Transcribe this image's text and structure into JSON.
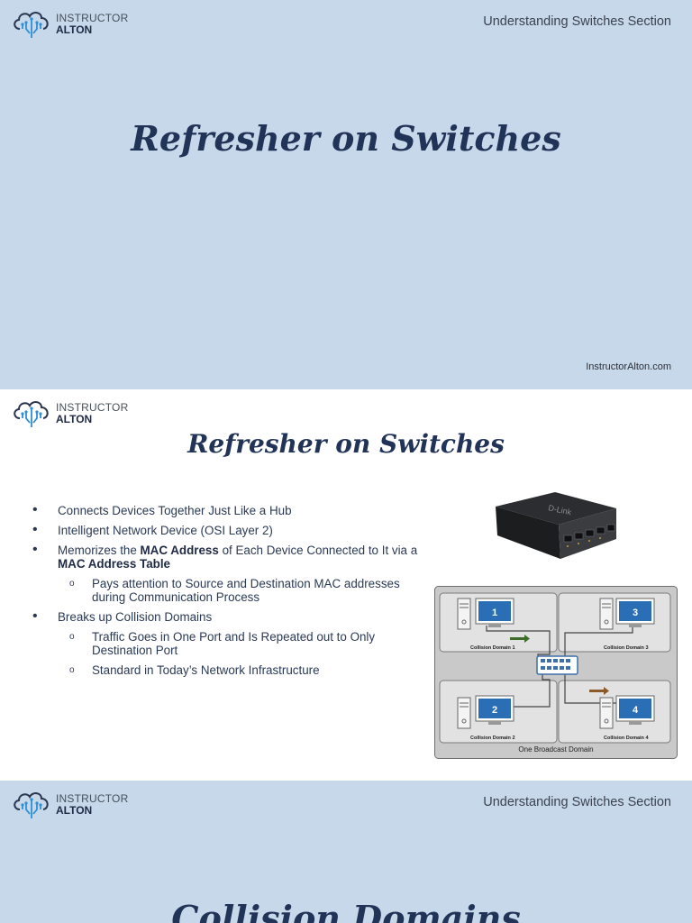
{
  "logo": {
    "line1": "INSTRUCTOR",
    "line2": "ALTON"
  },
  "slide1": {
    "section": "Understanding Switches Section",
    "title": "Refresher on Switches",
    "site": "InstructorAlton.com"
  },
  "slide2": {
    "title": "Refresher on Switches",
    "bullets": {
      "b1": "Connects Devices Together Just Like a Hub",
      "b2": "Intelligent Network Device (OSI Layer 2)",
      "b3_pre": "Memorizes the ",
      "b3_bold1": "MAC Address",
      "b3_mid": " of Each Device Connected to It via a ",
      "b3_bold2": "MAC Address Table",
      "b3_sub1": "Pays attention to Source and Destination MAC addresses during Communication Process",
      "b4": "Breaks up Collision Domains",
      "b4_sub1": "Traffic Goes in One Port and Is Repeated out to Only Destination Port",
      "b4_sub2": "Standard in Today’s Network Infrastructure"
    },
    "switch_brand": "D-Link",
    "diagram": {
      "pc1": "1",
      "pc2": "2",
      "pc3": "3",
      "pc4": "4",
      "cd1": "Collision Domain 1",
      "cd2": "Collision Domain 2",
      "cd3": "Collision Domain 3",
      "cd4": "Collision Domain 4",
      "broadcast": "One Broadcast Domain"
    }
  },
  "slide3": {
    "section": "Understanding Switches Section",
    "title": "Collision Domains"
  },
  "colors": {
    "slide_bg": "#c6d8ea",
    "title": "#223358",
    "arrow_green": "#3d6b2a",
    "arrow_brown": "#8a5a2a",
    "pc_screen": "#2a6fb5"
  }
}
